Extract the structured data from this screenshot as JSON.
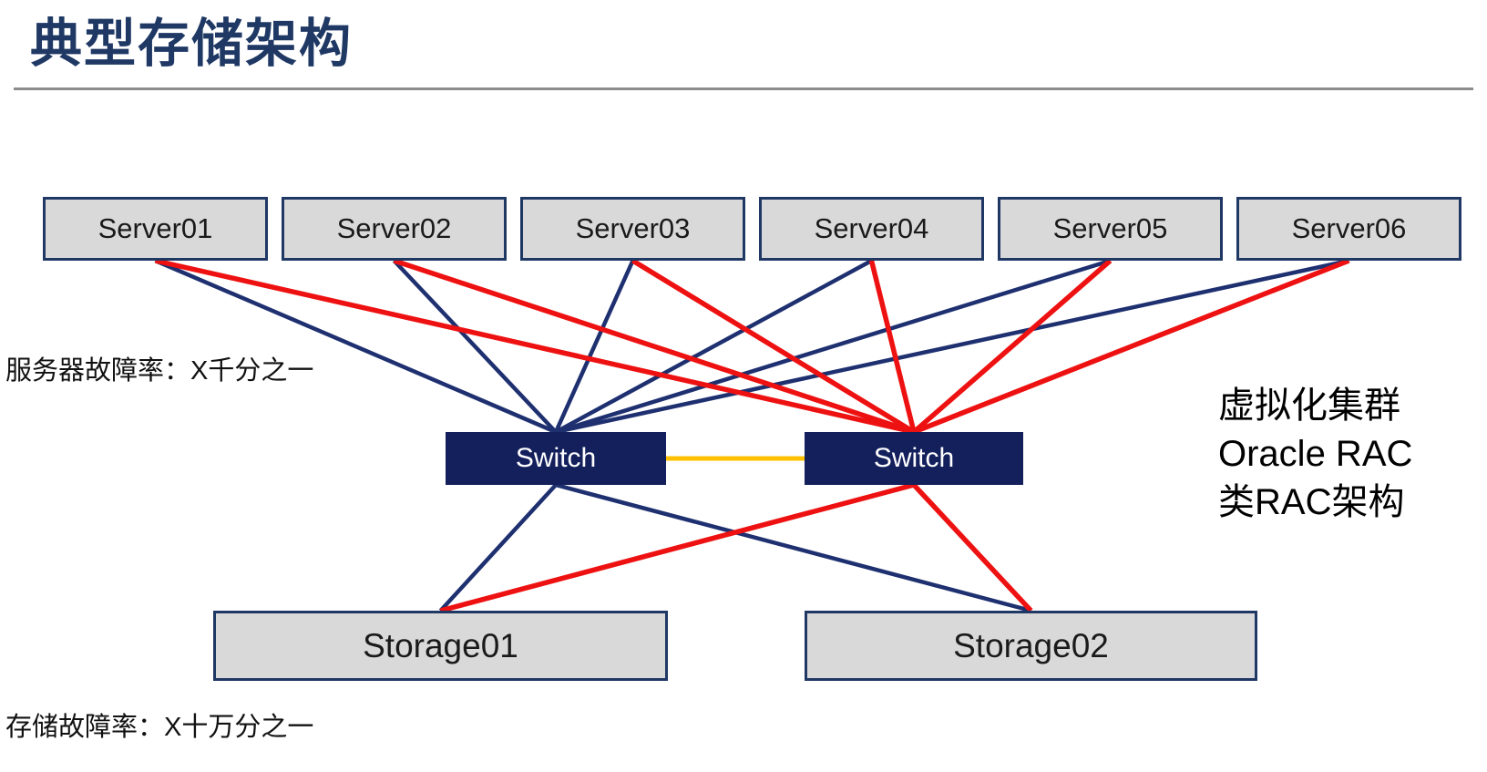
{
  "title": "典型存储架构",
  "labels": {
    "server_failure_rate": "服务器故障率：X千分之一",
    "storage_failure_rate": "存储故障率：X十万分之一"
  },
  "side_note": {
    "lines": [
      "虚拟化集群",
      "Oracle RAC",
      "类RAC架构"
    ]
  },
  "colors": {
    "title": "#1f3864",
    "navy_line": "#1e3070",
    "red_line": "#ee1111",
    "orange_line": "#ffc000",
    "box_fill": "#d9d9d9",
    "box_border": "#1f3864",
    "switch_fill": "#13205c",
    "divider": "#8c8c8c"
  },
  "diagram": {
    "servers": [
      "Server01",
      "Server02",
      "Server03",
      "Server04",
      "Server05",
      "Server06"
    ],
    "switches": [
      "Switch",
      "Switch"
    ],
    "storages": [
      "Storage01",
      "Storage02"
    ],
    "connections": [
      {
        "from": "server-1",
        "to": "switch-1",
        "color": "navy"
      },
      {
        "from": "server-2",
        "to": "switch-1",
        "color": "navy"
      },
      {
        "from": "server-3",
        "to": "switch-1",
        "color": "navy"
      },
      {
        "from": "server-4",
        "to": "switch-1",
        "color": "navy"
      },
      {
        "from": "server-5",
        "to": "switch-1",
        "color": "navy"
      },
      {
        "from": "server-6",
        "to": "switch-1",
        "color": "navy"
      },
      {
        "from": "switch-1",
        "to": "storage-1",
        "color": "navy"
      },
      {
        "from": "switch-1",
        "to": "storage-2",
        "color": "navy"
      },
      {
        "from": "server-1",
        "to": "switch-2",
        "color": "red"
      },
      {
        "from": "server-2",
        "to": "switch-2",
        "color": "red"
      },
      {
        "from": "server-3",
        "to": "switch-2",
        "color": "red"
      },
      {
        "from": "server-4",
        "to": "switch-2",
        "color": "red"
      },
      {
        "from": "server-5",
        "to": "switch-2",
        "color": "red"
      },
      {
        "from": "server-6",
        "to": "switch-2",
        "color": "red"
      },
      {
        "from": "switch-2",
        "to": "storage-1",
        "color": "red"
      },
      {
        "from": "switch-2",
        "to": "storage-2",
        "color": "red"
      },
      {
        "from": "switch-1",
        "to": "switch-2",
        "color": "orange"
      }
    ]
  }
}
